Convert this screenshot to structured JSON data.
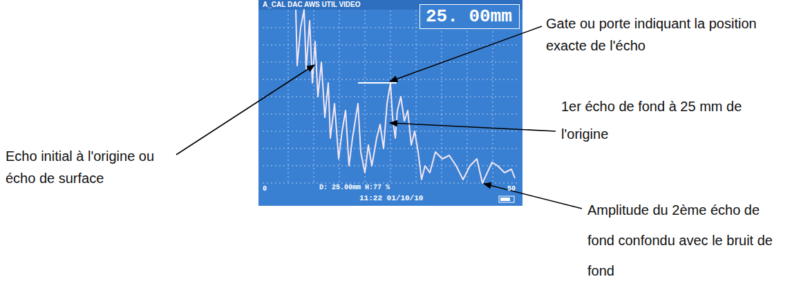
{
  "diagram": {
    "nodes": [
      {
        "text": [
          "25. 00mm"
        ]
      }
    ],
    "labels": [
      "A_CAL DAC AWS UTIL VIDEO",
      "Gate ou porte indiquant la position exacte de l'écho",
      "1er écho de fond à 25 mm de l'origine",
      "Echo initial à l'origine ou écho de surface",
      "Amplitude du 2ème écho de fond confondu avec le bruit de fond",
      "0",
      "D: 25.00mm H:77 %",
      "11:22 01/10/10",
      "50"
    ]
  }
}
